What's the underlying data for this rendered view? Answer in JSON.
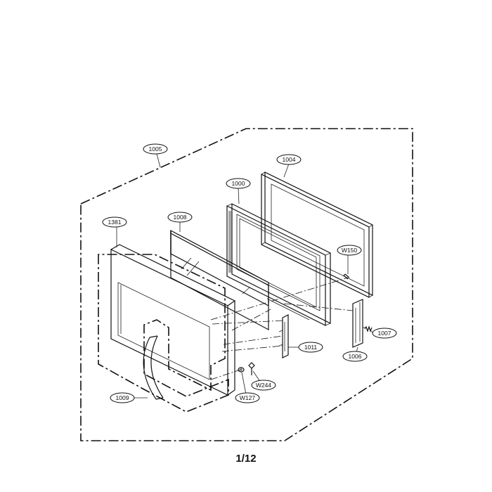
{
  "diagram": {
    "callouts": {
      "p1005": "1005",
      "p1004": "1004",
      "p1000": "1000",
      "p1008": "1008",
      "p1381": "1381",
      "pW150": "W150",
      "p1007": "1007",
      "p1011": "1011",
      "p1006": "1006",
      "pW244": "W244",
      "pW127": "W127",
      "p1009": "1009"
    }
  },
  "page": {
    "number": "1/12"
  }
}
